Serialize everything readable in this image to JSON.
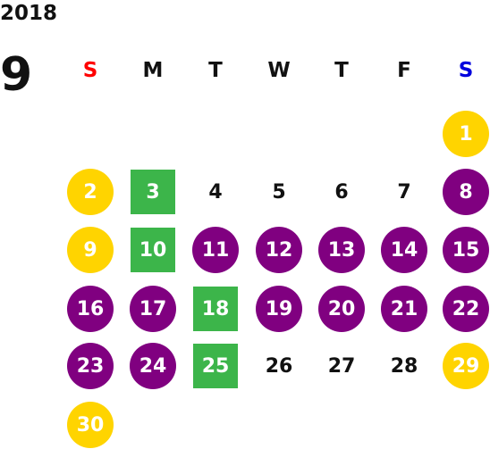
{
  "calendar": {
    "year": "2018",
    "month": "9",
    "weekdays": [
      "S",
      "M",
      "T",
      "W",
      "T",
      "F",
      "S"
    ],
    "colors": {
      "sunday": "#ff0000",
      "saturday": "#0000dd",
      "holiday": "#ffd400",
      "highlight": "#800080",
      "special": "#3cb54a"
    },
    "days": [
      {
        "d": "1",
        "style": "yellow"
      },
      {
        "d": "2",
        "style": "yellow"
      },
      {
        "d": "3",
        "style": "green"
      },
      {
        "d": "4",
        "style": "plain"
      },
      {
        "d": "5",
        "style": "plain"
      },
      {
        "d": "6",
        "style": "plain"
      },
      {
        "d": "7",
        "style": "plain"
      },
      {
        "d": "8",
        "style": "purple"
      },
      {
        "d": "9",
        "style": "yellow"
      },
      {
        "d": "10",
        "style": "green"
      },
      {
        "d": "11",
        "style": "purple"
      },
      {
        "d": "12",
        "style": "purple"
      },
      {
        "d": "13",
        "style": "purple"
      },
      {
        "d": "14",
        "style": "purple"
      },
      {
        "d": "15",
        "style": "purple"
      },
      {
        "d": "16",
        "style": "purple"
      },
      {
        "d": "17",
        "style": "purple"
      },
      {
        "d": "18",
        "style": "green"
      },
      {
        "d": "19",
        "style": "purple"
      },
      {
        "d": "20",
        "style": "purple"
      },
      {
        "d": "21",
        "style": "purple"
      },
      {
        "d": "22",
        "style": "purple"
      },
      {
        "d": "23",
        "style": "purple"
      },
      {
        "d": "24",
        "style": "purple"
      },
      {
        "d": "25",
        "style": "green"
      },
      {
        "d": "26",
        "style": "plain"
      },
      {
        "d": "27",
        "style": "plain"
      },
      {
        "d": "28",
        "style": "plain"
      },
      {
        "d": "29",
        "style": "yellow"
      },
      {
        "d": "30",
        "style": "yellow"
      }
    ]
  }
}
